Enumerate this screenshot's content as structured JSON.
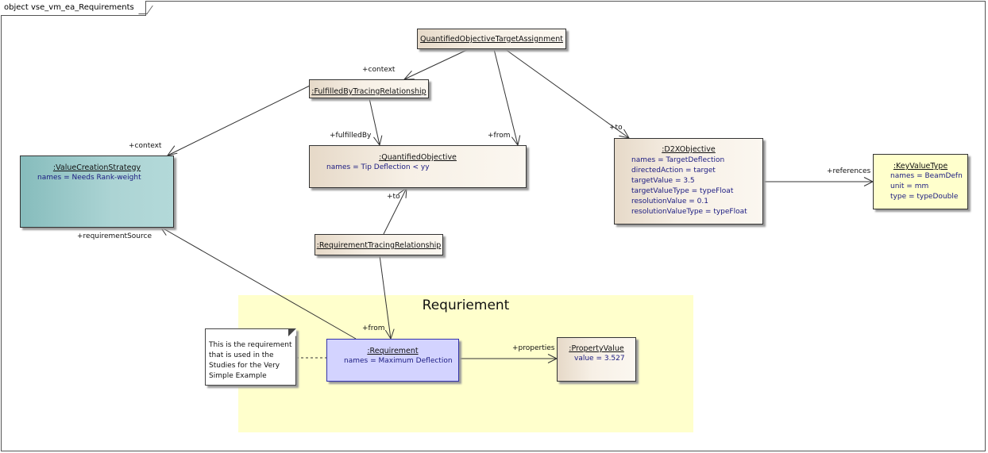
{
  "frame_label": "object vse_vm_ea_Requirements",
  "region_title": "Requriement",
  "objects": {
    "qota": {
      "title": "QuantifiedObjectiveTargetAssignment",
      "attrs": []
    },
    "fbtr": {
      "title": ":FulfilledByTracingRelationship",
      "attrs": []
    },
    "vcs": {
      "title": ":ValueCreationStrategy",
      "attrs": [
        "names = Needs Rank-weight"
      ]
    },
    "qo": {
      "title": ":QuantifiedObjective",
      "attrs": [
        "names = Tip Deflection < yy"
      ]
    },
    "d2x": {
      "title": ":D2XObjective",
      "attrs": [
        "names = TargetDeflection",
        "directedAction = target",
        "targetValue = 3.5",
        "targetValueType = typeFloat",
        "resolutionValue = 0.1",
        "resolutionValueType = typeFloat"
      ]
    },
    "kvt": {
      "title": ":KeyValueType",
      "attrs": [
        "names = BeamDefn",
        "unit = mm",
        "type = typeDouble"
      ]
    },
    "rtr": {
      "title": ":RequirementTracingRelationship",
      "attrs": []
    },
    "req": {
      "title": ":Requirement",
      "attrs": [
        "names = Maximum Deflection"
      ]
    },
    "pv": {
      "title": ":PropertyValue",
      "attrs": [
        "value = 3.527"
      ]
    }
  },
  "note": {
    "lines": [
      "This is the requirement",
      "that is used in the",
      "Studies for the Very",
      "Simple Example"
    ]
  },
  "labels": {
    "context1": "+context",
    "context2": "+context",
    "fulfilledBy": "+fulfilledBy",
    "from1": "+from",
    "to1": "+to",
    "references": "+references",
    "to2": "+to",
    "requirementSource": "+requirementSource",
    "from2": "+from",
    "properties": "+properties"
  }
}
